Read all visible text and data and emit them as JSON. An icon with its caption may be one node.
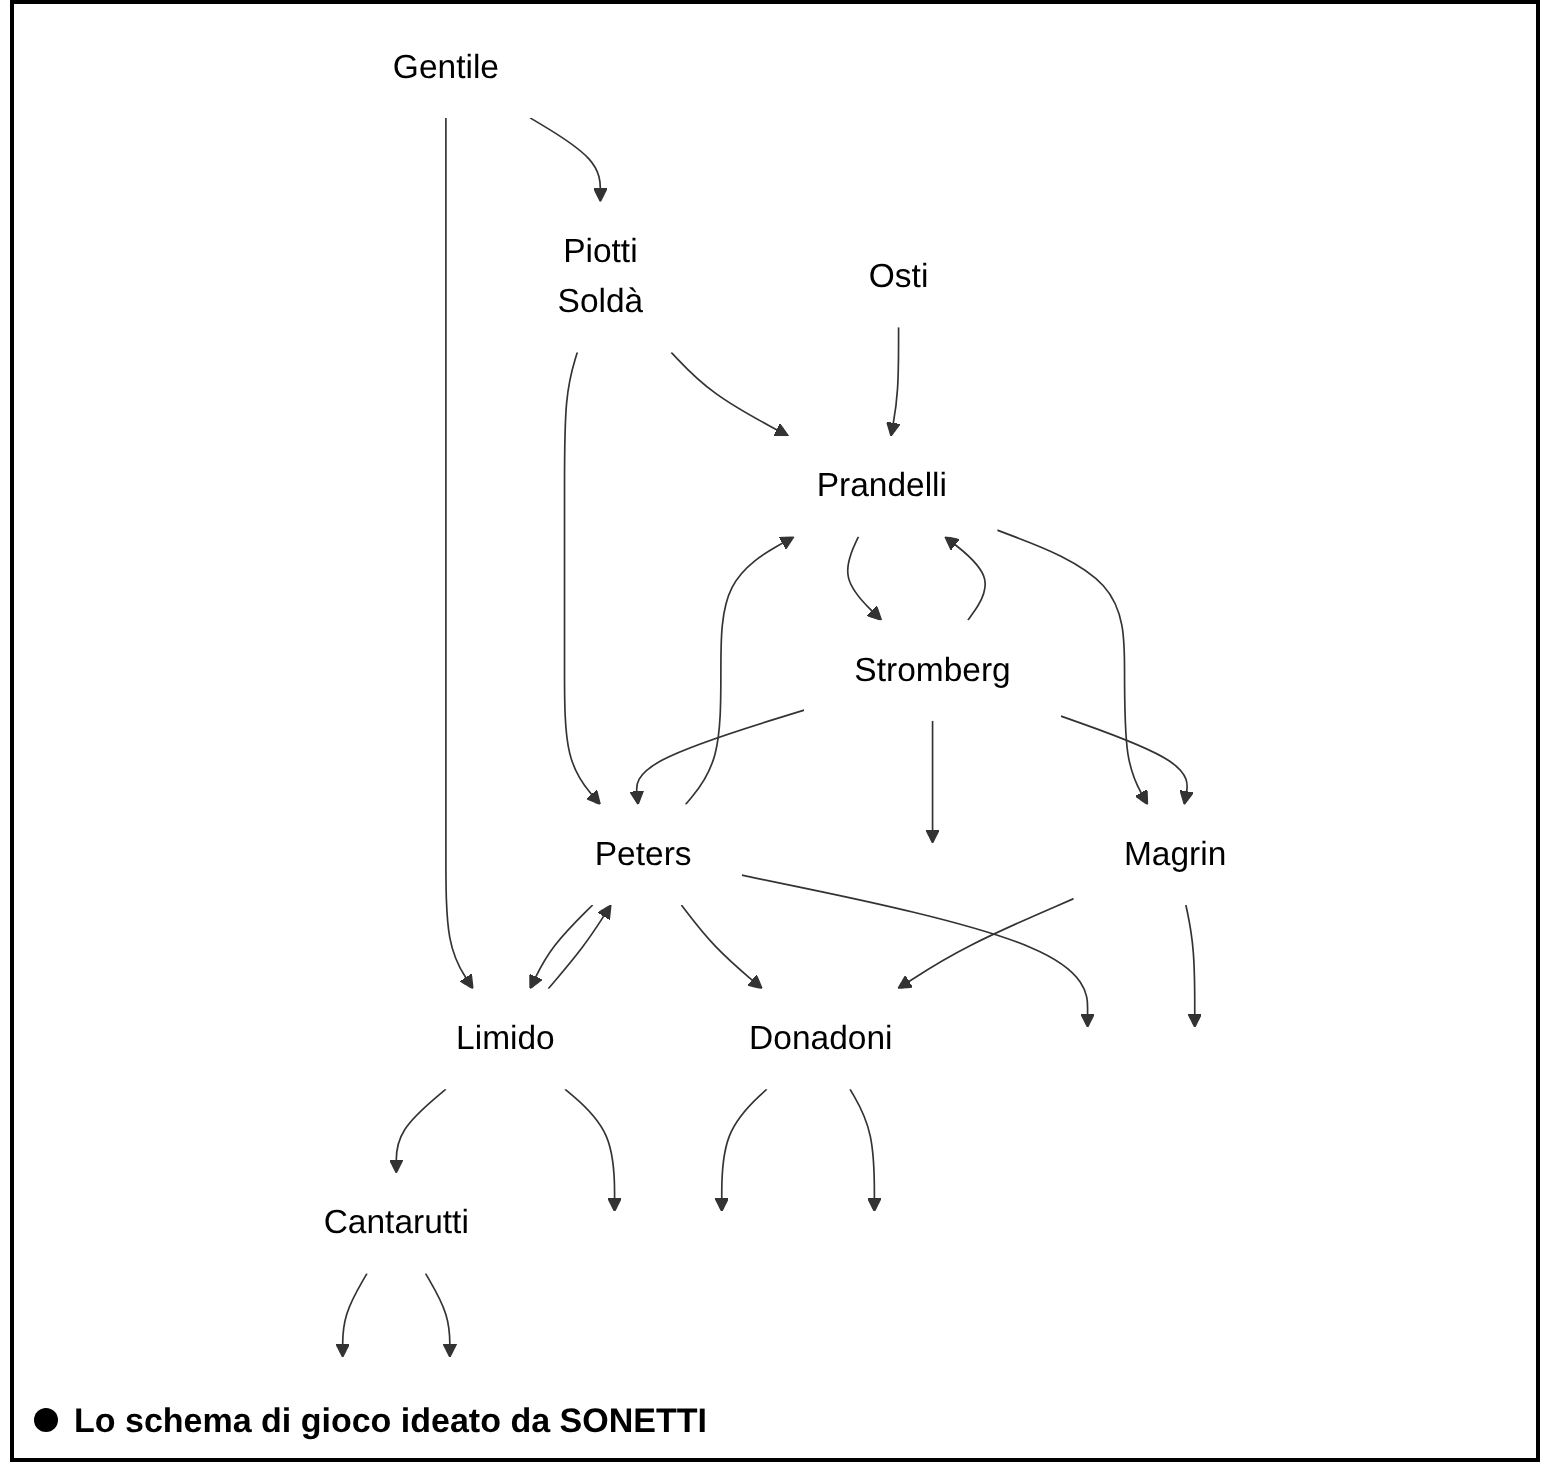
{
  "diagram": {
    "caption": "Lo schema di gioco ideato da SONETTI",
    "nodes": [
      {
        "text": [
          "Piotti",
          "Soldà"
        ]
      },
      {
        "text": [
          "Osti"
        ]
      },
      {
        "text": [
          "Gentile"
        ]
      },
      {
        "text": [
          "Prandelli"
        ]
      },
      {
        "text": [
          "Peters"
        ]
      },
      {
        "text": [
          "Limido"
        ]
      },
      {
        "text": [
          "Stromberg"
        ]
      },
      {
        "text": [
          "Magrin"
        ]
      },
      {
        "text": [
          "Donadoni"
        ]
      },
      {
        "text": [
          "Cantarutti"
        ]
      }
    ],
    "edges": [
      {
        "from": 0,
        "to": 3,
        "arrow": "to"
      },
      {
        "from": 0,
        "to": 4,
        "arrow": "to"
      },
      {
        "from": 1,
        "to": 3,
        "arrow": "to"
      },
      {
        "from": 2,
        "to": 0,
        "arrow": "to"
      },
      {
        "from": 2,
        "to": 5,
        "arrow": "to"
      },
      {
        "from": 4,
        "to": 3,
        "arrow": "to"
      },
      {
        "from": 4,
        "to": 5,
        "arrow": "to"
      },
      {
        "from": 4,
        "to": null,
        "arrow": "to"
      },
      {
        "from": 5,
        "to": null,
        "arrow": "to"
      },
      {
        "from": 3,
        "to": 6,
        "arrow": "to"
      },
      {
        "from": 6,
        "to": 3,
        "arrow": "to"
      },
      {
        "from": 3,
        "to": 7,
        "arrow": "to"
      },
      {
        "from": 6,
        "to": 4,
        "arrow": "to"
      },
      {
        "from": 6,
        "to": 7,
        "arrow": "to"
      },
      {
        "from": 5,
        "to": 4,
        "arrow": "to"
      },
      {
        "from": 5,
        "to": 9,
        "arrow": "to"
      },
      {
        "from": 4,
        "to": 8,
        "arrow": "to"
      },
      {
        "from": 7,
        "to": 8,
        "arrow": "to"
      },
      {
        "from": 8,
        "to": null,
        "arrow": "to"
      },
      {
        "from": 8,
        "to": null,
        "arrow": "to"
      },
      {
        "from": 7,
        "to": null,
        "arrow": "to"
      },
      {
        "from": 6,
        "to": null,
        "arrow": "to"
      },
      {
        "from": 9,
        "to": null,
        "arrow": "to"
      },
      {
        "from": 9,
        "to": null,
        "arrow": "to"
      }
    ]
  }
}
